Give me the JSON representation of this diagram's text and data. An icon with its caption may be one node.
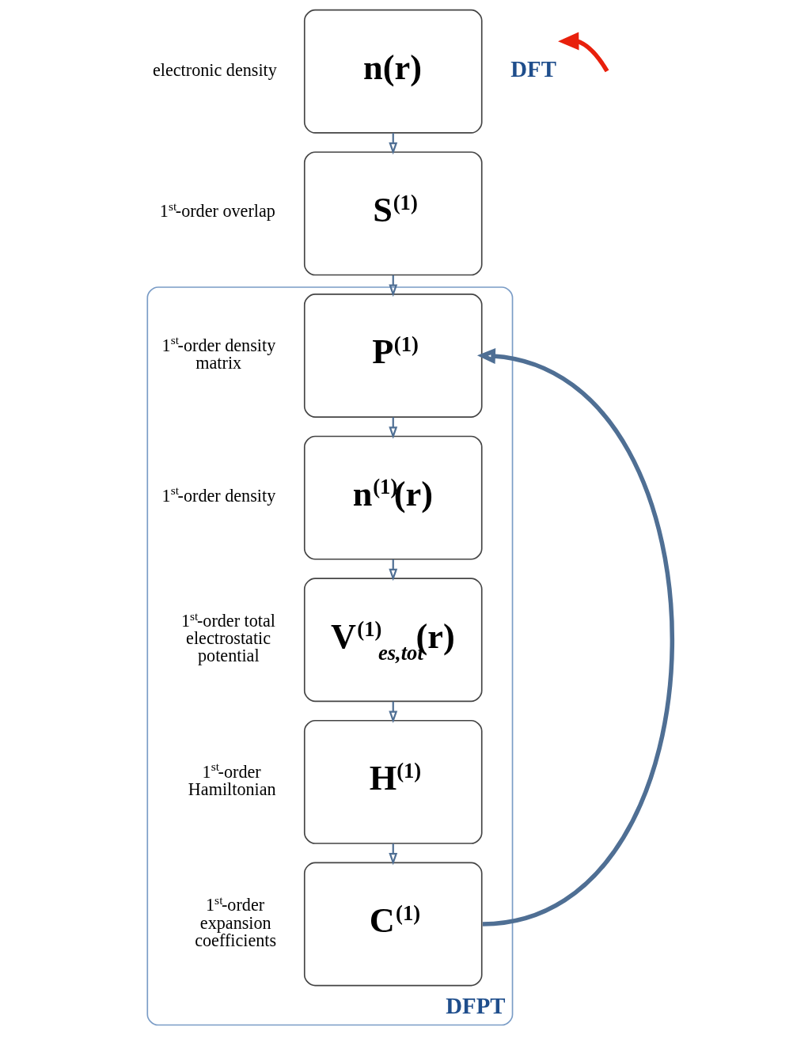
{
  "diagram": {
    "nodes": [
      {
        "text": [
          "n(r)"
        ],
        "beside": [
          "electronic density"
        ]
      },
      {
        "text": [
          "S$^{(1)}$"
        ],
        "beside": [
          "1$^{st}$-order overlap"
        ]
      },
      {
        "text": [
          "DFT"
        ]
      },
      {
        "text": [
          "DFPT"
        ]
      },
      {
        "text": [
          "P$^{(1)}$"
        ],
        "beside": [
          "1$^{st}$-order density matrix"
        ],
        "in": 3
      },
      {
        "text": [
          "n$^{(1)}$(r)"
        ],
        "beside": [
          "1$^{st}$-order density"
        ],
        "in": 3
      },
      {
        "text": [
          "V$^{(1)}$$_{es,tot}$(r)"
        ],
        "beside": [
          "1$^{st}$-order total electrostatic potential"
        ],
        "in": 3
      },
      {
        "text": [
          "H$^{(1)}$"
        ],
        "beside": [
          "1$^{st}$-order Hamiltonian"
        ],
        "in": 3
      },
      {
        "text": [
          "C$^{(1)}$"
        ],
        "beside": [
          "1$^{st}$-order expansion coefficients"
        ],
        "in": 3
      }
    ],
    "edges": [
      {
        "from": 0,
        "to": 1,
        "arrow": "to"
      },
      {
        "from": 1,
        "to": 4,
        "arrow": "to"
      },
      {
        "from": 4,
        "to": 5,
        "arrow": "to"
      },
      {
        "from": 5,
        "to": 6,
        "arrow": "to"
      },
      {
        "from": 6,
        "to": 7,
        "arrow": "to"
      },
      {
        "from": 7,
        "to": 8,
        "arrow": "to"
      },
      {
        "from": 8,
        "to": 4,
        "arrow": "to",
        "style": "thick"
      },
      {
        "from": null,
        "to": 2,
        "arrow": "to",
        "style": "thick",
        "color": "#e8200c"
      }
    ]
  }
}
